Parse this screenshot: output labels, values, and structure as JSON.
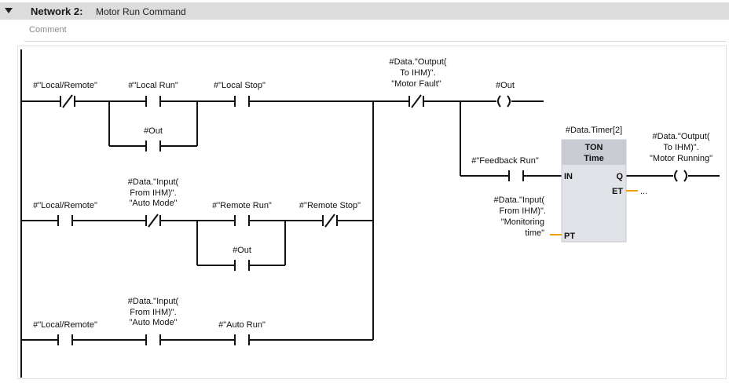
{
  "network": {
    "title": "Network 2:",
    "name": "Motor Run Command",
    "comment_placeholder": "Comment"
  },
  "rung1": {
    "local_remote": "#\"Local/Remote\"",
    "local_run": "#\"Local Run\"",
    "local_stop": "#\"Local Stop\"",
    "out_seal": "#Out",
    "motor_fault": [
      "#Data.\"Output(",
      "To IHM)\".",
      "\"Motor Fault\""
    ],
    "out_coil": "#Out"
  },
  "rung2": {
    "local_remote": "#\"Local/Remote\"",
    "auto_mode": [
      "#Data.\"Input(",
      "From IHM)\".",
      "\"Auto Mode\""
    ],
    "remote_run": "#\"Remote Run\"",
    "remote_stop": "#\"Remote Stop\"",
    "out_seal": "#Out"
  },
  "rung3": {
    "local_remote": "#\"Local/Remote\"",
    "auto_mode": [
      "#Data.\"Input(",
      "From IHM)\".",
      "\"Auto Mode\""
    ],
    "auto_run": "#\"Auto Run\""
  },
  "timer": {
    "instance": "#Data.Timer[2]",
    "type": "TON",
    "subtype": "Time",
    "pin_in": "IN",
    "pin_q": "Q",
    "pin_et": "ET",
    "pin_pt": "PT",
    "et_value": "...",
    "feedback": "#\"Feedback Run\"",
    "monitoring": [
      "#Data.\"Input(",
      "From IHM)\".",
      "\"Monitoring",
      "time\""
    ],
    "running_coil": [
      "#Data.\"Output(",
      "To IHM)\".",
      "\"Motor Running\""
    ]
  }
}
